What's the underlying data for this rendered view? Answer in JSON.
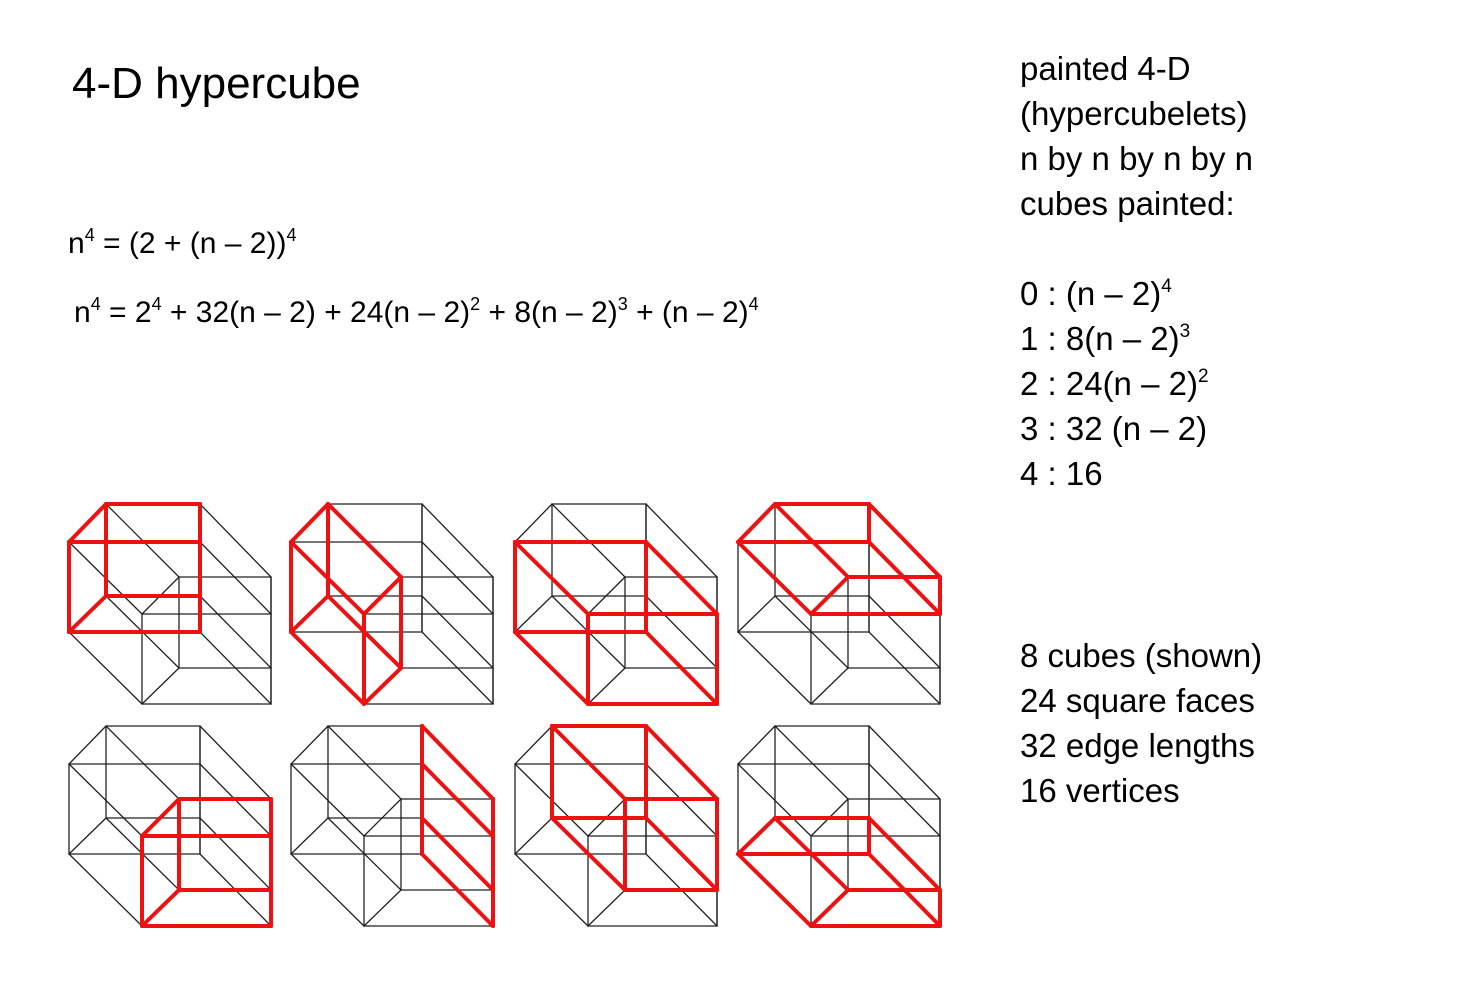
{
  "title": "4-D hypercube",
  "equation1": {
    "base": "n",
    "exp": "4",
    "rhs": "= (2 + (n – 2))",
    "rhs_exp": "4"
  },
  "equation2": [
    {
      "t": "n"
    },
    {
      "s": "4"
    },
    {
      "t": " = 2"
    },
    {
      "s": "4"
    },
    {
      "t": " + 32(n – 2) + 24(n – 2)"
    },
    {
      "s": "2"
    },
    {
      "t": " + 8(n – 2)"
    },
    {
      "s": "3"
    },
    {
      "t": " + (n – 2)"
    },
    {
      "s": "4"
    }
  ],
  "side_heading": [
    "painted 4-D",
    "(hypercubelets)",
    "n by n by n by n",
    "cubes painted:"
  ],
  "painted_counts": [
    {
      "label": "0 : (n – 2)",
      "exp": "4"
    },
    {
      "label": "1 : 8(n – 2)",
      "exp": "3"
    },
    {
      "label": "2 : 24(n – 2)",
      "exp": "2"
    },
    {
      "label": "3 : 32 (n – 2)",
      "exp": ""
    },
    {
      "label": "4 : 16",
      "exp": ""
    }
  ],
  "summary": [
    "8 cubes (shown)",
    "24 square faces",
    "32 edge lengths",
    "16 vertices"
  ],
  "colors": {
    "highlight": "#ee1111",
    "wire": "#222222"
  },
  "cube_highlights": [
    {
      "name": "cube-upper-left",
      "vertices": [
        0,
        1,
        2,
        3,
        4,
        5,
        6,
        7
      ]
    },
    {
      "name": "cube-upper-middle",
      "vertices": [
        0,
        1,
        4,
        5,
        8,
        9,
        12,
        13
      ]
    },
    {
      "name": "cube-left-slab",
      "vertices": [
        0,
        3,
        4,
        7,
        8,
        11,
        12,
        15
      ]
    },
    {
      "name": "cube-upper-right-slab",
      "vertices": [
        0,
        1,
        3,
        2,
        8,
        9,
        11,
        10
      ]
    },
    {
      "name": "cube-lower-right",
      "vertices": [
        8,
        9,
        10,
        11,
        12,
        13,
        14,
        15
      ]
    },
    {
      "name": "cube-lower-slab",
      "vertices": [
        2,
        3,
        6,
        7,
        10,
        11,
        14,
        15
      ]
    },
    {
      "name": "cube-right-slab",
      "vertices": [
        1,
        2,
        5,
        6,
        9,
        10,
        13,
        14
      ]
    },
    {
      "name": "cube-lower-left-slab",
      "vertices": [
        4,
        5,
        7,
        6,
        12,
        13,
        15,
        14
      ]
    }
  ]
}
